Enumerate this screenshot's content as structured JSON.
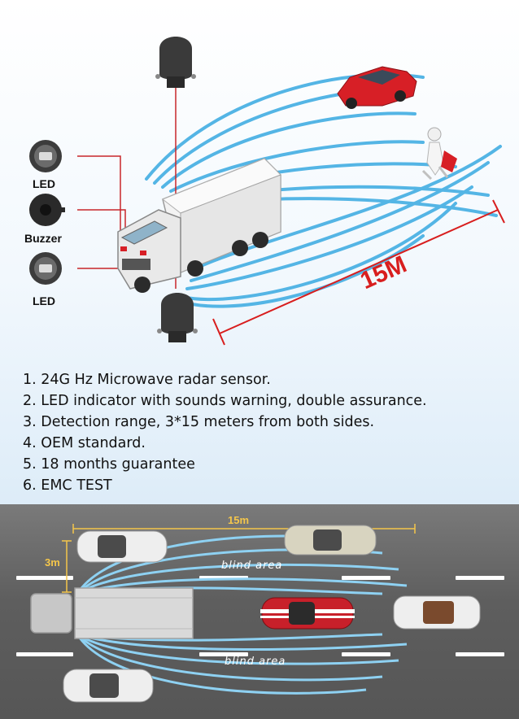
{
  "top_illustration": {
    "labels": {
      "led_top": "LED",
      "buzzer": "Buzzer",
      "led_bottom": "LED",
      "range": "15M"
    },
    "colors": {
      "wave": "#54b5e5",
      "range_line": "#d81e1e",
      "car": "#d71f26",
      "truck_cab": "#e9e9e9",
      "leader_line": "#c8262a"
    }
  },
  "features": [
    "1.  24G Hz  Microwave radar sensor.",
    "2. LED indicator with sounds warning, double assurance.",
    "3. Detection range, 3*15 meters from both sides.",
    "4. OEM standard.",
    "5. 18 months guarantee",
    "6. EMC TEST"
  ],
  "road_diagram": {
    "length_label": "15m",
    "width_label": "3m",
    "blind_area_top": "blind  area",
    "blind_area_bottom": "blind  area",
    "colors": {
      "road": "#5e5e5e",
      "lane": "#ffffff",
      "dimension": "#f4c64b",
      "wave": "#8ed1f2"
    }
  }
}
